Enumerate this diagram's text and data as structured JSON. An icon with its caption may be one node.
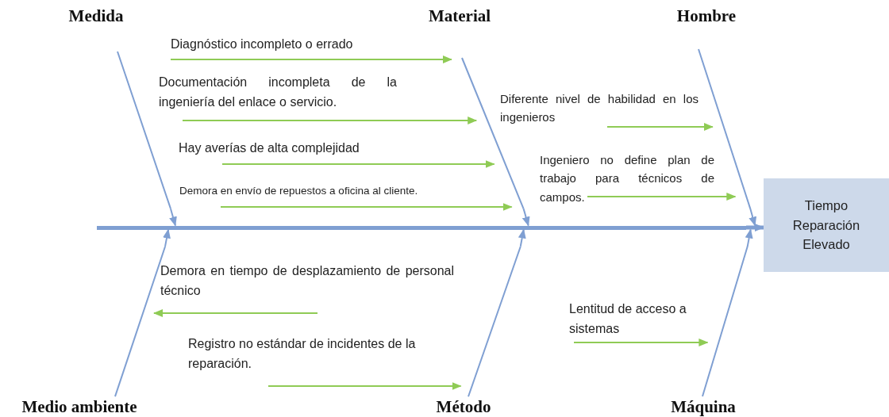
{
  "diagram": {
    "nodes": [
      {
        "text": [],
        "shape": "bar",
        "beside": [
          "Medida"
        ]
      },
      {
        "text": [],
        "shape": "bar",
        "beside": [
          "Material"
        ]
      },
      {
        "text": [],
        "shape": "bar",
        "beside": [
          "Hombre"
        ]
      },
      {
        "text": [],
        "shape": "bar"
      },
      {
        "text": [
          "Tiempo Reparación Elevado"
        ]
      },
      {
        "text": [],
        "shape": "bar",
        "beside": [
          "Medio ambiente"
        ]
      },
      {
        "text": [],
        "shape": "bar",
        "beside": [
          "Método"
        ]
      },
      {
        "text": [],
        "shape": "bar",
        "beside": [
          "Máquina"
        ]
      },
      {
        "text": [
          "Diagnóstico incompleto o errado"
        ]
      },
      {
        "text": [
          "Documentación incompleta de la ingeniería del enlace o servicio."
        ]
      },
      {
        "text": [
          "Hay averías de alta complejidad"
        ]
      },
      {
        "text": [
          "Demora en envío de repuestos a oficina al cliente."
        ]
      },
      {
        "text": [
          "Diferente nivel de habilidad en los ingenieros"
        ]
      },
      {
        "text": [
          "Ingeniero no define plan de trabajo para técnicos de campos."
        ]
      },
      {
        "text": [
          "Demora en tiempo de desplazamiento de personal técnico"
        ]
      },
      {
        "text": [
          "Registro no estándar de incidentes de la reparación."
        ]
      },
      {
        "text": [
          "Lentitud de acceso a sistemas"
        ]
      }
    ],
    "edges": [
      {
        "from": 3,
        "to": 4,
        "arrow": "to",
        "style": "thick",
        "color": "#7f9fd2"
      },
      {
        "from": 0,
        "to": 3,
        "arrow": "to",
        "color": "#7f9fd2"
      },
      {
        "from": 1,
        "to": 3,
        "arrow": "to",
        "color": "#7f9fd2"
      },
      {
        "from": 2,
        "to": 3,
        "arrow": "to",
        "color": "#7f9fd2"
      },
      {
        "from": 5,
        "to": 3,
        "arrow": "to",
        "color": "#7f9fd2"
      },
      {
        "from": 6,
        "to": 3,
        "arrow": "to",
        "color": "#7f9fd2"
      },
      {
        "from": 7,
        "to": 3,
        "arrow": "to",
        "color": "#7f9fd2"
      },
      {
        "from": 8,
        "to": 1,
        "arrow": "to",
        "color": "#8fcb55"
      },
      {
        "from": 9,
        "to": 1,
        "arrow": "to",
        "color": "#8fcb55"
      },
      {
        "from": 10,
        "to": 1,
        "arrow": "to",
        "color": "#8fcb55"
      },
      {
        "from": 11,
        "to": 1,
        "arrow": "to",
        "color": "#8fcb55"
      },
      {
        "from": 12,
        "to": 2,
        "arrow": "to",
        "color": "#8fcb55"
      },
      {
        "from": 13,
        "to": 2,
        "arrow": "to",
        "color": "#8fcb55"
      },
      {
        "from": 14,
        "to": 5,
        "arrow": "to",
        "color": "#8fcb55"
      },
      {
        "from": 15,
        "to": 6,
        "arrow": "to",
        "color": "#8fcb55"
      },
      {
        "from": 16,
        "to": 7,
        "arrow": "to",
        "color": "#8fcb55"
      }
    ]
  }
}
